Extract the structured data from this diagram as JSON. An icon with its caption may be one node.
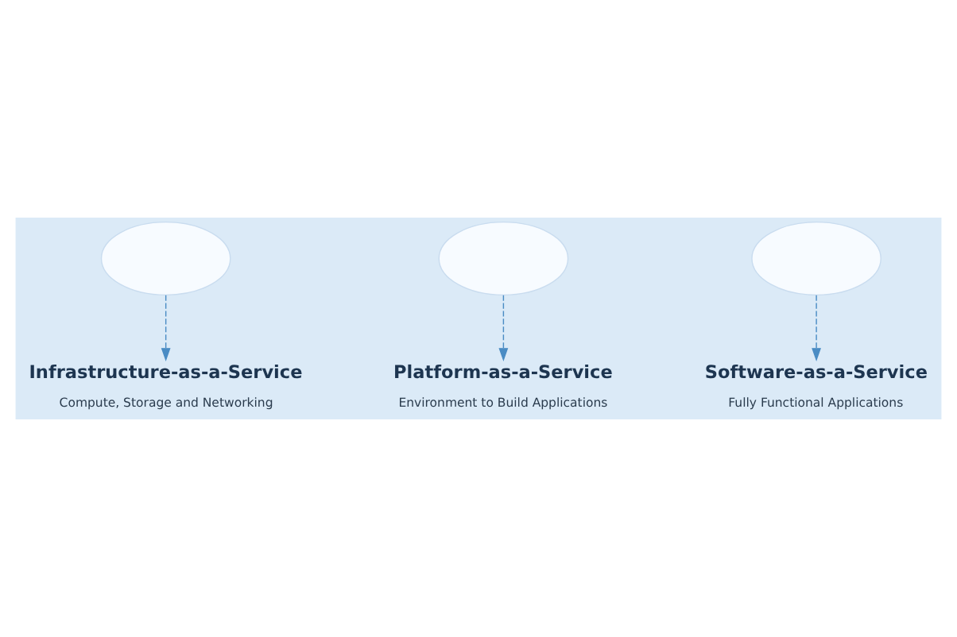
{
  "diagram": {
    "nodes": [
      {
        "text": [],
        "shape": "cloud"
      },
      {
        "text": [],
        "shape": "cloud"
      },
      {
        "text": [],
        "shape": "cloud"
      },
      {
        "text": [
          "Infrastructure-as-a-Service",
          "Compute, Storage and Networking"
        ]
      },
      {
        "text": [
          "Platform-as-a-Service",
          "Environment to Build Applications"
        ]
      },
      {
        "text": [
          "Software-as-a-Service",
          "Fully Functional Applications"
        ]
      }
    ],
    "edges": [
      {
        "from": 0,
        "to": 3,
        "arrow": "to",
        "style": "dashed"
      },
      {
        "from": 1,
        "to": 4,
        "arrow": "to",
        "style": "dashed"
      },
      {
        "from": 2,
        "to": 5,
        "arrow": "to",
        "style": "dashed"
      }
    ]
  }
}
